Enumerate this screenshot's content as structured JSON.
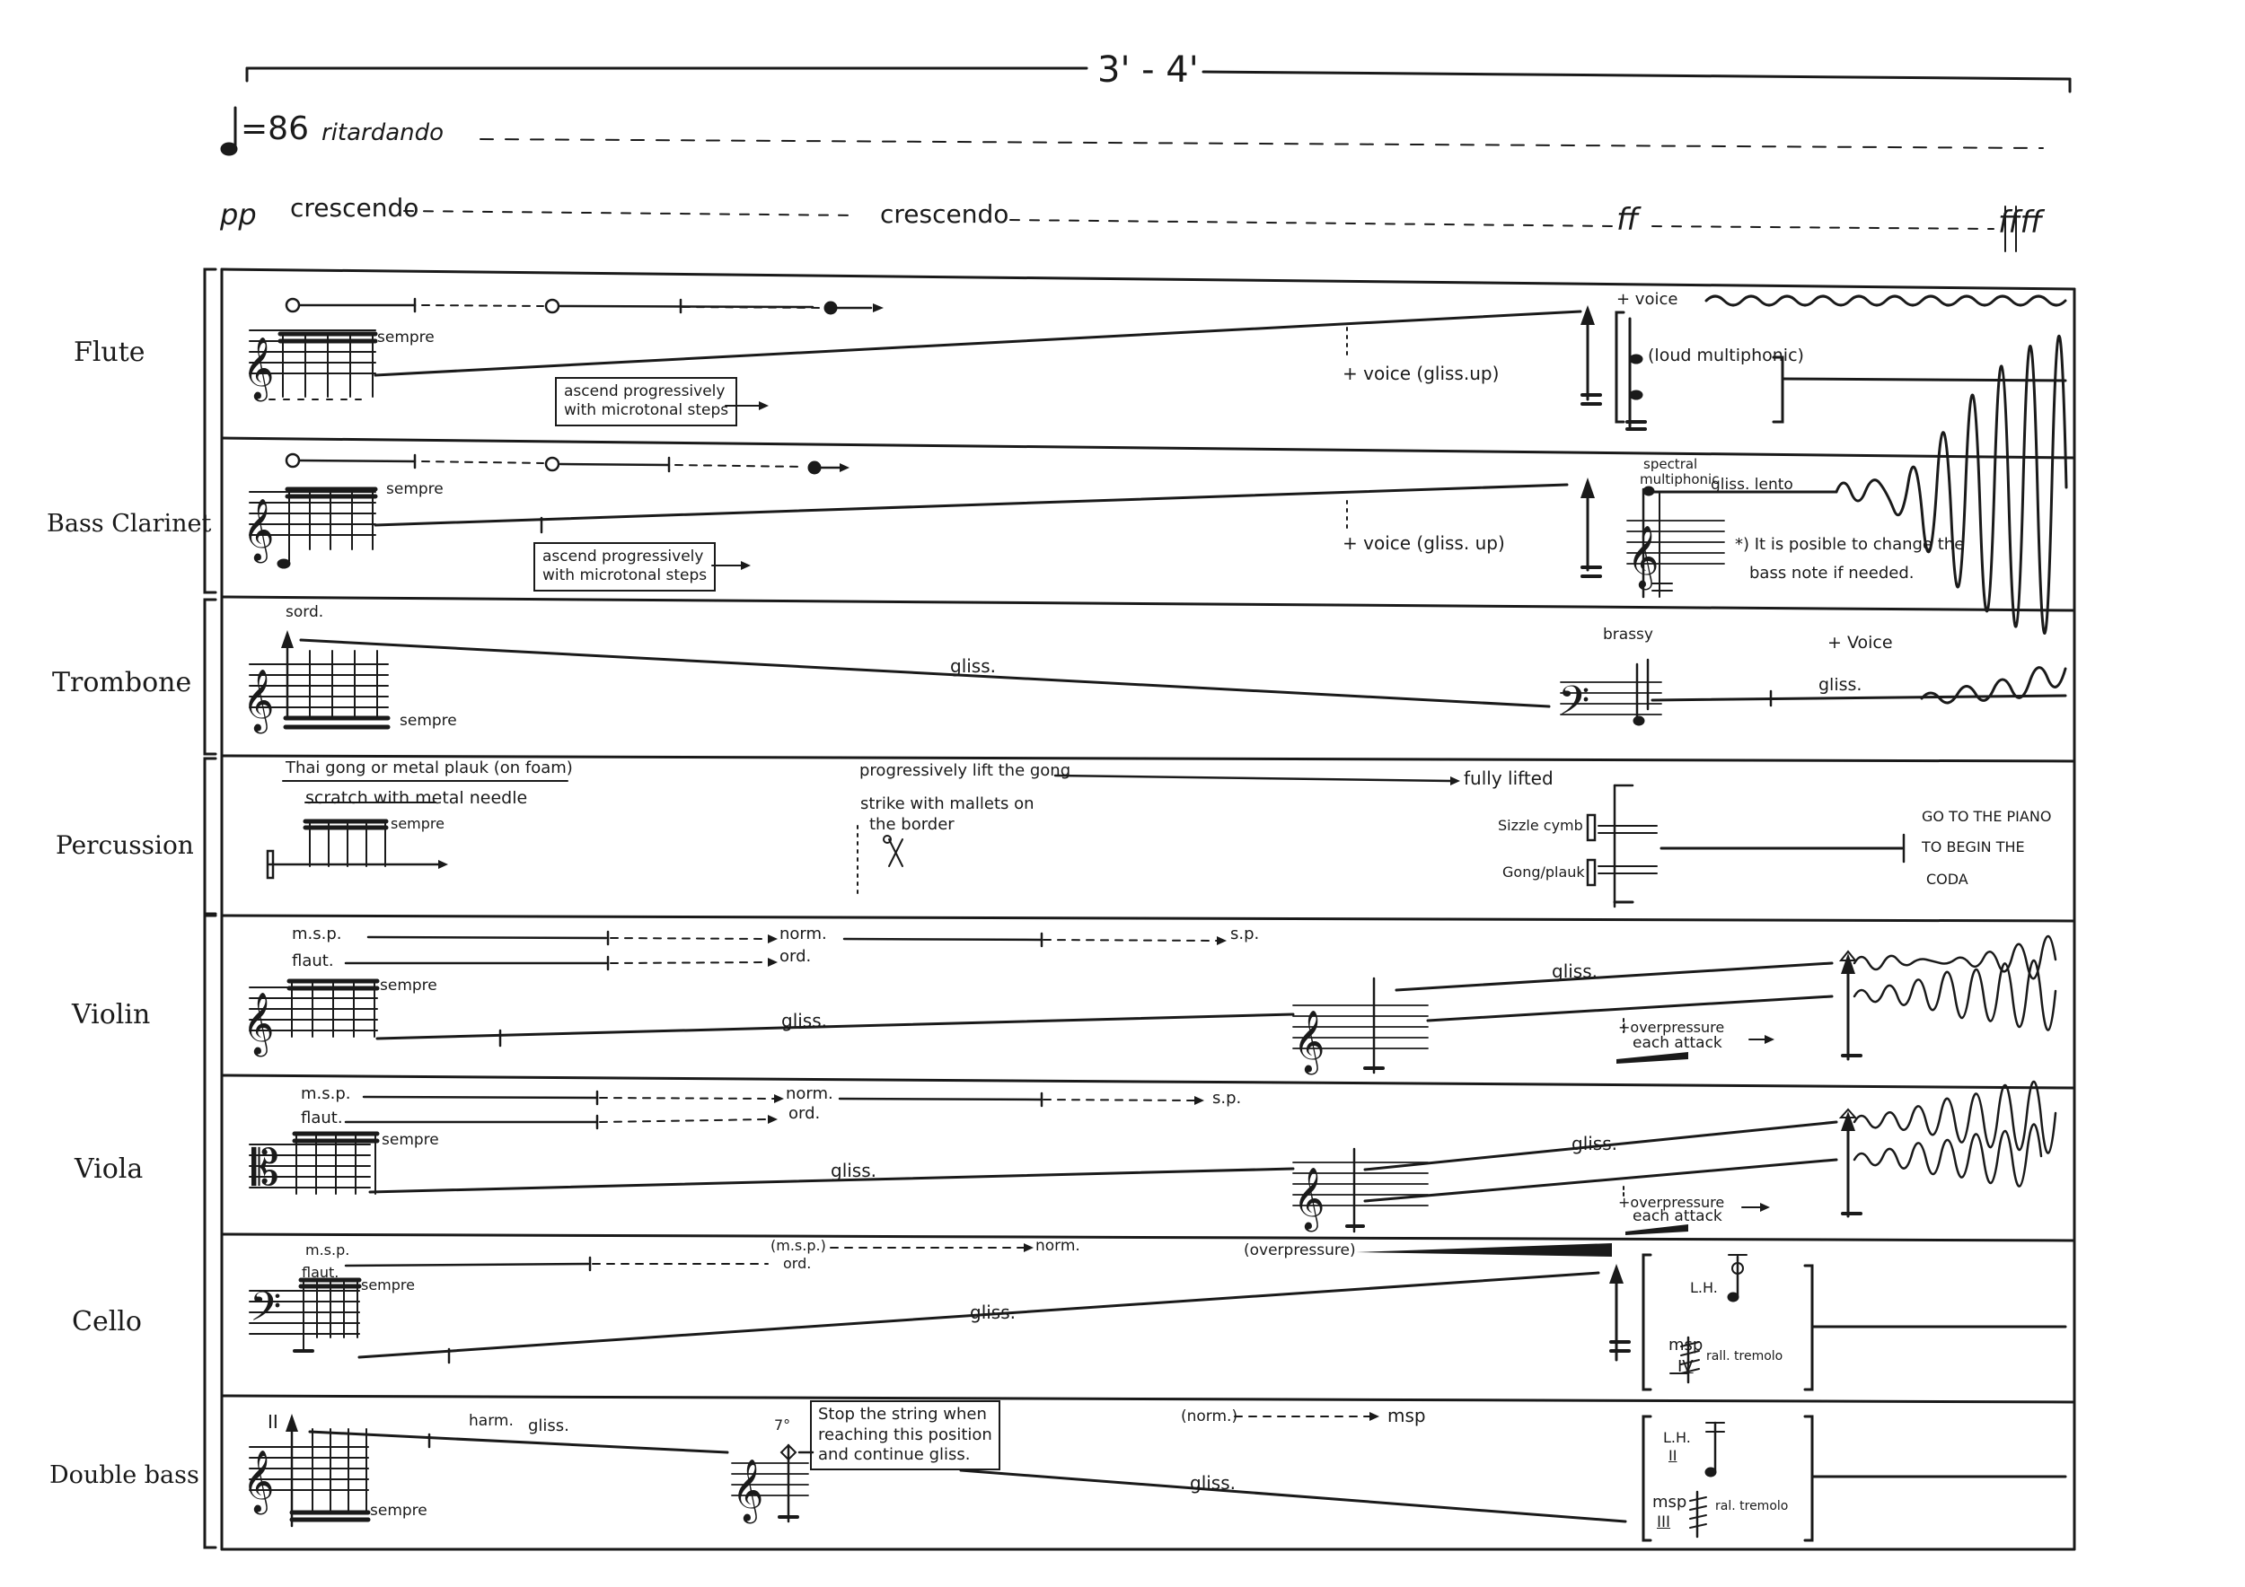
{
  "header": {
    "duration": "3' - 4'",
    "tempo_value": "=86",
    "tempo_text": "ritardando",
    "dyn_start": "pp",
    "cresc_1": "crescendo",
    "cresc_2": "crescendo",
    "dyn_ff": "ff",
    "dyn_ffff": "ffff"
  },
  "instruments": [
    "Flute",
    "Bass Clarinet",
    "Trombone",
    "Percussion",
    "Violin",
    "Viola",
    "Cello",
    "Double bass"
  ],
  "flute": {
    "sempre": "sempre",
    "box_line1": "ascend progressively",
    "box_line2": "with microtonal steps",
    "voice_gliss": "+ voice (gliss.up)",
    "voice": "+ voice",
    "loud_multi": "(loud multiphonic)"
  },
  "bass_clarinet": {
    "sempre": "sempre",
    "box_line1": "ascend progressively",
    "box_line2": "with microtonal steps",
    "voice_gliss": "+ voice (gliss. up)",
    "spectral_1": "spectral",
    "spectral_2": "multiphonic",
    "gliss_lento": "gliss. lento",
    "note_1": "*) It is posible to change the",
    "note_2": "bass note if needed."
  },
  "trombone": {
    "sord": "sord.",
    "sempre": "sempre",
    "gliss": "gliss.",
    "brassy": "brassy",
    "voice": "+ Voice",
    "gliss_2": "gliss."
  },
  "percussion": {
    "thai_gong": "Thai gong or metal plauk (on foam)",
    "scratch": "scratch with metal needle",
    "sempre": "sempre",
    "lift": "progressively lift the gong",
    "fully_lifted": "fully lifted",
    "strike_1": "strike with mallets on",
    "strike_2": "the border",
    "sizzle": "Sizzle cymb",
    "gong_plauk": "Gong/plauk",
    "goto_1": "GO TO THE PIANO",
    "goto_2": "TO BEGIN THE",
    "goto_3": "CODA"
  },
  "violin": {
    "msp": "m.s.p.",
    "flaut": "flaut.",
    "norm": "norm.",
    "ord": "ord.",
    "sp": "s.p.",
    "sempre": "sempre",
    "gliss": "gliss.",
    "gliss_2": "gliss.",
    "overpressure_1": "+overpressure",
    "overpressure_2": "each attack"
  },
  "viola": {
    "msp": "m.s.p.",
    "flaut": "flaut.",
    "norm": "norm.",
    "ord": "ord.",
    "sp": "s.p.",
    "sempre": "sempre",
    "gliss": "gliss.",
    "gliss_2": "gliss.",
    "overpressure_1": "+overpressure",
    "overpressure_2": "each attack"
  },
  "cello": {
    "msp": "m.s.p.",
    "flaut": "flaut.",
    "msp_paren": "(m.s.p.)",
    "ord": "ord.",
    "norm": "norm.",
    "sempre": "sempre",
    "overpressure": "(overpressure)",
    "gliss": "gliss.",
    "lh": "L.H.",
    "msp2": "msp",
    "string": "IV",
    "rall": "rall. tremolo"
  },
  "double_bass": {
    "harm": "harm.",
    "gliss": "gliss.",
    "string_top": "II",
    "seven": "7°",
    "sempre": "sempre",
    "box_line1": "Stop the string when",
    "box_line2": "reaching this position",
    "box_line3": "and continue gliss.",
    "norm_paren": "(norm.)",
    "msp": "msp",
    "gliss_2": "gliss.",
    "lh": "L.H.",
    "string_2": "II",
    "msp2": "msp",
    "string_3": "III",
    "rall": "ral. tremolo"
  }
}
